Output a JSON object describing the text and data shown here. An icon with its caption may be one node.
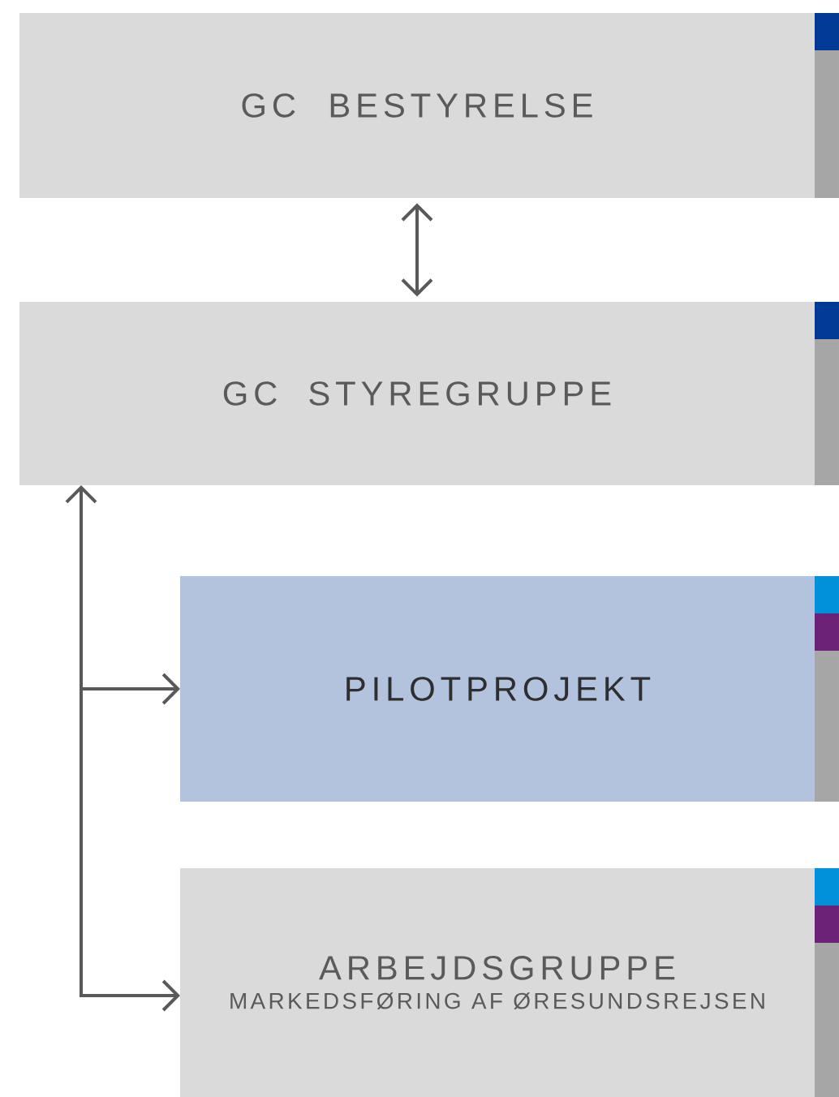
{
  "diagram": {
    "nodes": [
      {
        "text": [
          "GC BESTYRELSE"
        ]
      },
      {
        "text": [
          "GC STYREGRUPPE"
        ]
      },
      {
        "text": [
          "PILOTPROJEKT"
        ]
      },
      {
        "text": [
          "ARBEJDSGRUPPE",
          "MARKEDSFØRING AF ØRESUNDSREJSEN"
        ]
      }
    ],
    "edges": [
      {
        "from": 0,
        "to": 1,
        "arrow": "both"
      },
      {
        "from": 1,
        "to": 2,
        "arrow": "both"
      },
      {
        "from": 1,
        "to": 3,
        "arrow": "both"
      }
    ]
  }
}
